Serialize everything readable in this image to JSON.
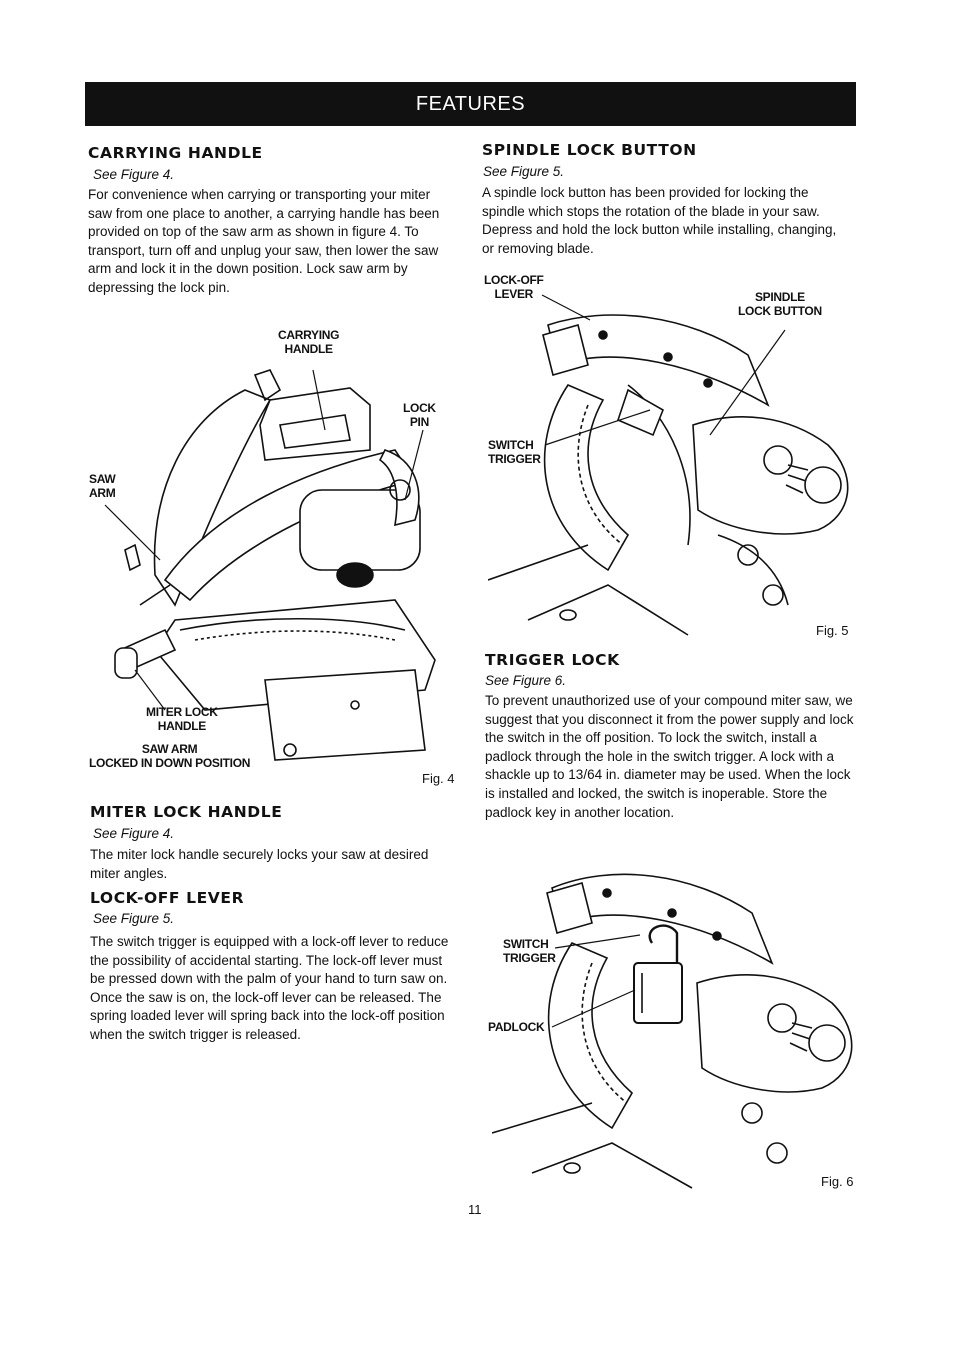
{
  "banner": "FEATURES",
  "left": {
    "carrying": {
      "heading": "CARRYING HANDLE",
      "see": "See Figure 4.",
      "body": "For convenience when carrying or transporting your miter saw from one place to another, a carrying handle has been provided on top of the saw arm as shown in figure 4. To transport, turn off and unplug your saw, then lower the saw arm and lock it in the down position. Lock saw arm by depressing the lock pin."
    },
    "fig4": {
      "label_carrying": "CARRYING\nHANDLE",
      "label_lockpin": "LOCK\nPIN",
      "label_sawarm": "SAW\nARM",
      "label_miterlock": "MITER LOCK\nHANDLE",
      "label_sawarm_locked": "SAW ARM\nLOCKED IN DOWN POSITION",
      "caption": "Fig. 4"
    },
    "miter": {
      "heading": "MITER LOCK HANDLE",
      "see": "See Figure 4.",
      "body": "The miter lock handle securely locks your saw at desired miter angles."
    },
    "lockoff": {
      "heading": "LOCK-OFF LEVER",
      "see": "See Figure 5.",
      "body": "The switch trigger is equipped with a lock-off lever to reduce the possibility of accidental starting. The lock-off lever must be pressed down with the palm of your hand to turn saw on. Once the saw is on, the lock-off lever can be released. The spring loaded lever will spring back into the lock-off position when the switch trigger is released."
    }
  },
  "right": {
    "spindle": {
      "heading": "SPINDLE LOCK BUTTON",
      "see": "See Figure 5.",
      "body": "A spindle lock button has been provided for locking the spindle which stops the rotation of the blade in your saw. Depress and hold the lock button while installing, changing, or removing blade."
    },
    "fig5": {
      "label_lockoff": "LOCK-OFF\nLEVER",
      "label_spindle": "SPINDLE\nLOCK BUTTON",
      "label_switch": "SWITCH\nTRIGGER",
      "caption": "Fig. 5"
    },
    "trigger": {
      "heading": "TRIGGER LOCK",
      "see": "See Figure 6.",
      "body": "To prevent unauthorized use of your compound miter saw, we suggest that you disconnect it from the power supply and lock the switch in the off position. To lock the switch, install a padlock through the hole in the switch trigger. A lock with a shackle up to 13/64 in. diameter may be used. When the lock is installed and locked, the switch is inoperable. Store the padlock key in another location."
    },
    "fig6": {
      "label_switch": "SWITCH\nTRIGGER",
      "label_padlock": "PADLOCK",
      "caption": "Fig. 6"
    }
  },
  "page_number": "11"
}
